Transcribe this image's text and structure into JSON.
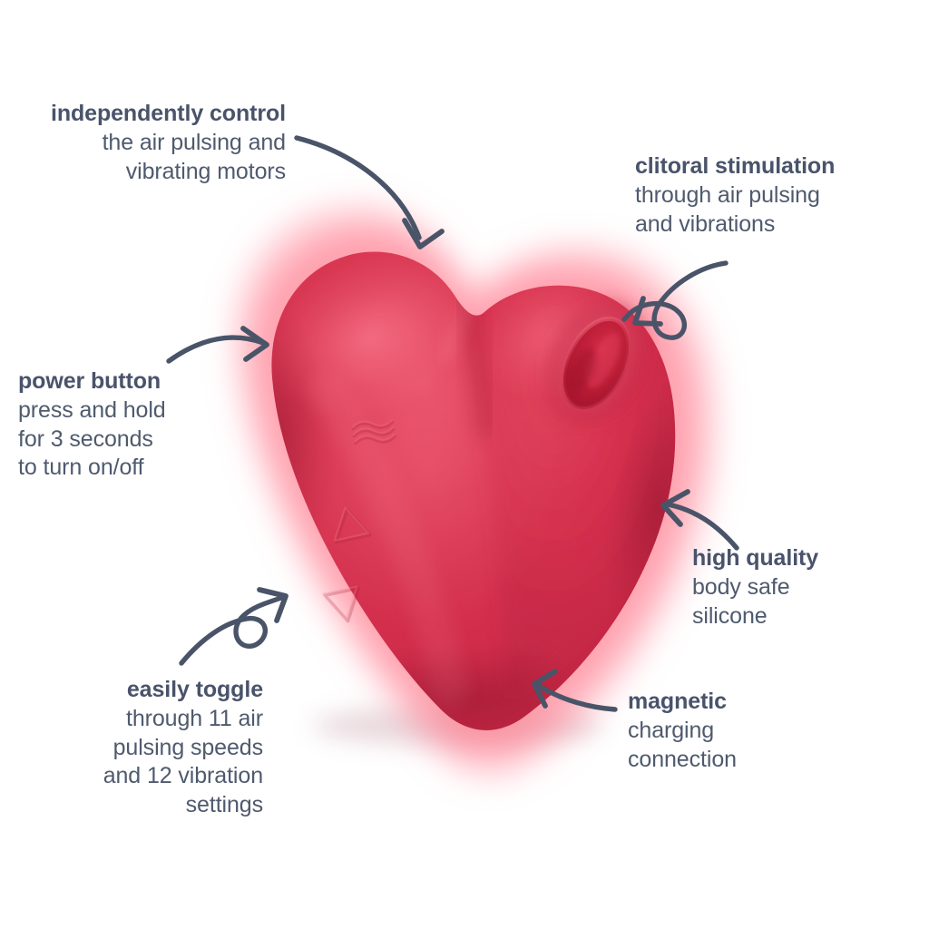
{
  "page": {
    "background_color": "#ffffff",
    "text_color": "#4f5a6e",
    "accent_color": "#d9304f",
    "glow_color": "#ff7d8e"
  },
  "product": {
    "name": "heart-shaped air pulse vibrator",
    "body_color": "#d02d4c",
    "body_highlight_color": "#e0455f",
    "body_shade_color": "#a81f3c",
    "nozzle_color": "#b81b35",
    "glow_color": "#ff8195",
    "controls": [
      {
        "icon": "wave-icon",
        "label": "air pulse wave indicator"
      },
      {
        "icon": "triangle-up-icon",
        "label": "increase setting"
      },
      {
        "icon": "triangle-down-icon",
        "label": "decrease setting"
      }
    ]
  },
  "callouts": [
    {
      "id": "independent-control",
      "highlight": "independently control",
      "body": "the air pulsing and vibrating motors",
      "align": "right",
      "arrow": "curved-arrow-down-right"
    },
    {
      "id": "clitoral-stimulation",
      "highlight": "clitoral stimulation",
      "body": "through air pulsing and vibrations",
      "align": "left",
      "arrow": "loop-arrow-down-left"
    },
    {
      "id": "power-button",
      "highlight": "power button",
      "body": "press and hold for 3 seconds to turn on/off",
      "align": "left",
      "arrow": "curved-arrow-right"
    },
    {
      "id": "high-quality",
      "highlight": "high quality",
      "body": "body safe silicone",
      "align": "left",
      "arrow": "curved-arrow-left"
    },
    {
      "id": "magnetic",
      "highlight": "magnetic",
      "body": "charging connection",
      "align": "left",
      "arrow": "curved-arrow-left-low"
    },
    {
      "id": "easily-toggle",
      "highlight": "easily toggle",
      "body": "through 11 air pulsing speeds and 12 vibration settings",
      "align": "right",
      "arrow": "loop-arrow-up-right"
    }
  ],
  "callout_text": {
    "independent_control": {
      "highlight": "independently control",
      "line1": "the air pulsing and",
      "line2": "vibrating motors"
    },
    "clitoral": {
      "highlight": "clitoral stimulation",
      "line1": "through air pulsing",
      "line2": "and vibrations"
    },
    "power_button": {
      "highlight": "power button",
      "line1": "press and hold",
      "line2": "for 3 seconds",
      "line3": "to turn on/off"
    },
    "high_quality": {
      "highlight": "high quality",
      "line1": "body safe",
      "line2": "silicone"
    },
    "magnetic": {
      "highlight": "magnetic",
      "line1": "charging",
      "line2": "connection"
    },
    "easily_toggle": {
      "highlight": "easily toggle",
      "line1": "through 11 air",
      "line2": "pulsing speeds",
      "line3": "and 12 vibration",
      "line4": "settings"
    }
  },
  "arrow_color": "#4a5468"
}
